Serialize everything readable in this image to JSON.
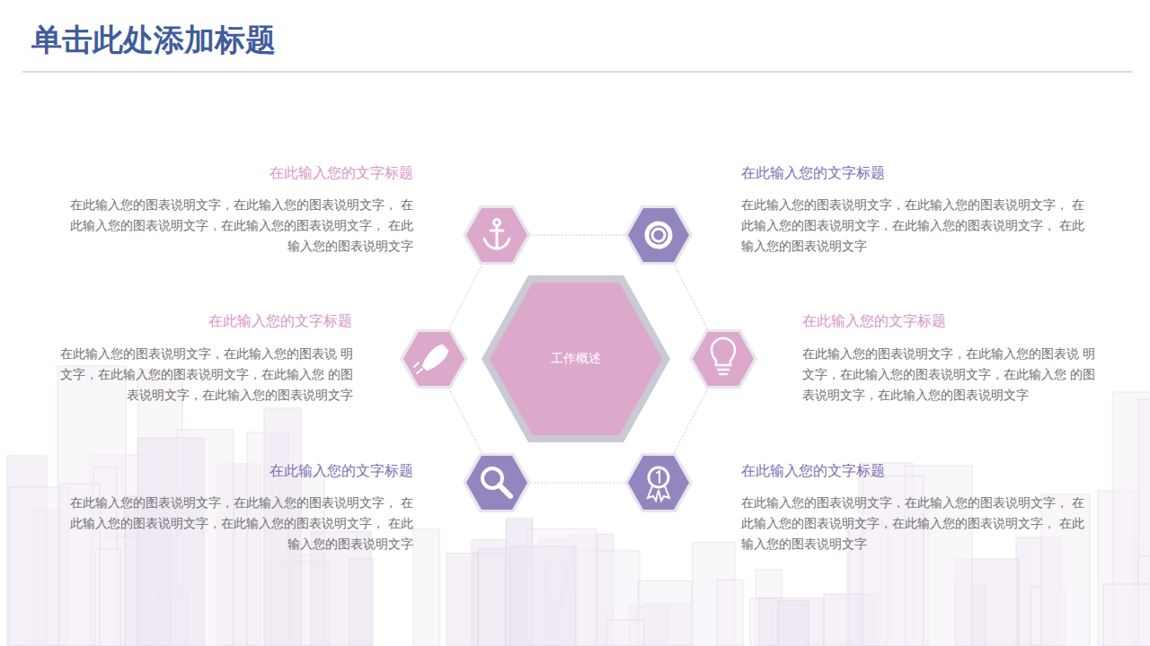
{
  "diagram": {
    "title": "单击此处添加标题",
    "nodes": [
      {
        "text": [
          "工作概述"
        ]
      }
    ],
    "labels": [
      "在此输入您的文字标题",
      "在此输入您的图表说明文字，在此输入您的图表说明文字， 在此输入您的图表说明文字，在此输入您的图表说明文字， 在此输入您的图表说明文字",
      "在此输入您的文字标题",
      "在此输入您的图表说明文字，在此输入您的图表说明文字， 在此输入您的图表说明文字，在此输入您的图表说明文字， 在此输入您的图表说明文字",
      "在此输入您的文字标题",
      "在此输入您的图表说明文字，在此输入您的图表说 明文字，在此输入您的图表说明文字，在此输入您 的图表说明文字，在此输入您的图表说明文字",
      "在此输入您的文字标题",
      "在此输入您的图表说明文字，在此输入您的图表说 明文字，在此输入您的图表说明文字，在此输入您 的图表说明文字，在此输入您的图表说明文字",
      "在此输入您的文字标题",
      "在此输入您的图表说明文字，在此输入您的图表说明文字， 在此输入您的图表说明文字，在此输入您的图表说明文字， 在此输入您的图表说明文字",
      "在此输入您的文字标题",
      "在此输入您的图表说明文字，在此输入您的图表说明文字， 在此输入您的图表说明文字，在此输入您的图表说明文字， 在此输入您的图表说明文字"
    ]
  }
}
